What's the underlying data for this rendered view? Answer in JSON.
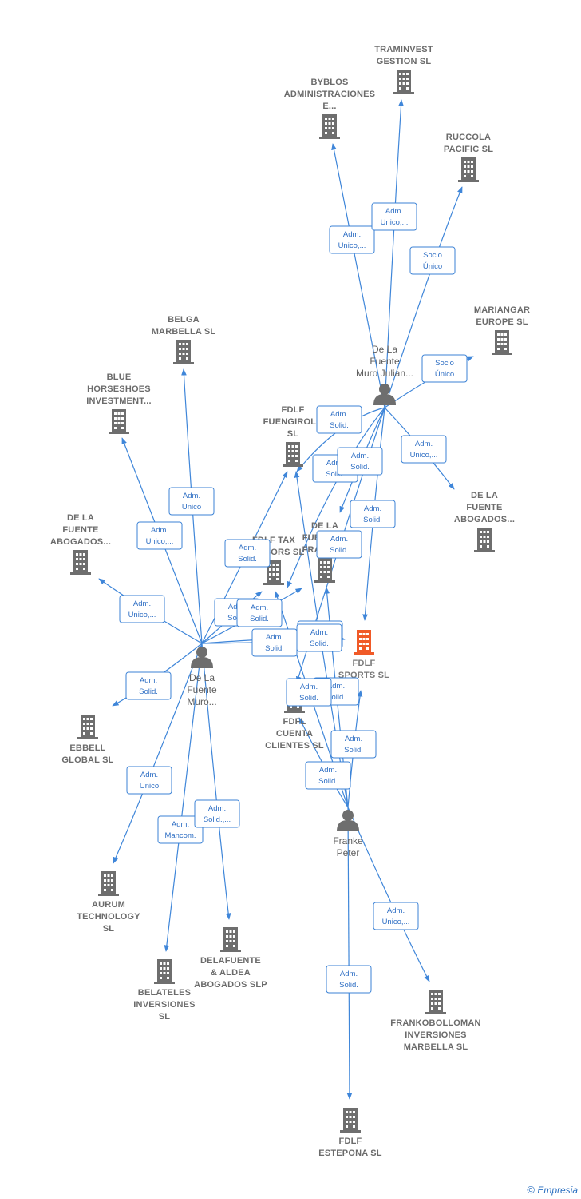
{
  "colors": {
    "edge": "#3f86d9",
    "company_icon": "#6e6e6e",
    "focus_icon": "#f05a28",
    "person_icon": "#6e6e6e",
    "label_text": "#6b6b6b",
    "edge_label_text": "#2f6fc4"
  },
  "nodes": [
    {
      "id": "traminvest",
      "kind": "company",
      "lines": [
        "TRAMINVEST",
        "GESTION SL"
      ]
    },
    {
      "id": "byblos",
      "kind": "company",
      "lines": [
        "BYBLOS",
        "ADMINISTRACIONES",
        "E..."
      ]
    },
    {
      "id": "ruccola",
      "kind": "company",
      "lines": [
        "RUCCOLA",
        "PACIFIC SL"
      ]
    },
    {
      "id": "mariangar",
      "kind": "company",
      "lines": [
        "MARIANGAR",
        "EUROPE SL"
      ]
    },
    {
      "id": "delafuente_julian",
      "kind": "person",
      "lines": [
        "De La",
        "Fuente",
        "Muro Julian..."
      ]
    },
    {
      "id": "belga",
      "kind": "company",
      "lines": [
        "BELGA",
        "MARBELLA SL"
      ]
    },
    {
      "id": "blue",
      "kind": "company",
      "lines": [
        "BLUE",
        "HORSESHOES",
        "INVESTMENT..."
      ]
    },
    {
      "id": "fdlf_fuengirola",
      "kind": "company",
      "lines": [
        "FDLF",
        "FUENGIROLA",
        "SL"
      ]
    },
    {
      "id": "dlf_abogados_left",
      "kind": "company",
      "lines": [
        "DE LA",
        "FUENTE",
        "ABOGADOS..."
      ]
    },
    {
      "id": "dlf_abogados_right",
      "kind": "company",
      "lines": [
        "DE LA",
        "FUENTE",
        "ABOGADOS..."
      ]
    },
    {
      "id": "fdlf_tax",
      "kind": "company",
      "lines": [
        "FDLF TAX",
        "ADVISORS SL"
      ]
    },
    {
      "id": "dlf_frank",
      "kind": "company",
      "lines": [
        "DE LA",
        "FUENTE &",
        "FRANKE..."
      ]
    },
    {
      "id": "fdlf_sports",
      "kind": "focus",
      "lines": [
        "FDLF",
        "SPORTS SL"
      ]
    },
    {
      "id": "delafuente_muro",
      "kind": "person",
      "lines": [
        "De La",
        "Fuente",
        "Muro..."
      ]
    },
    {
      "id": "ebbell",
      "kind": "company",
      "lines": [
        "EBBELL",
        "GLOBAL SL"
      ]
    },
    {
      "id": "fdfl_cuenta",
      "kind": "company",
      "lines": [
        "FDFL",
        "CUENTA",
        "CLIENTES SL"
      ]
    },
    {
      "id": "franke",
      "kind": "person",
      "lines": [
        "Franke",
        "Peter"
      ]
    },
    {
      "id": "aurum",
      "kind": "company",
      "lines": [
        "AURUM",
        "TECHNOLOGY",
        "SL"
      ]
    },
    {
      "id": "delafuente_aldea",
      "kind": "company",
      "lines": [
        "DELAFUENTE",
        "& ALDEA",
        "ABOGADOS SLP"
      ]
    },
    {
      "id": "belateles",
      "kind": "company",
      "lines": [
        "BELATELES",
        "INVERSIONES",
        "SL"
      ]
    },
    {
      "id": "frankobolloman",
      "kind": "company",
      "lines": [
        "FRANKOBOLLOMAN",
        "INVERSIONES",
        "MARBELLA SL"
      ]
    },
    {
      "id": "fdlf_estepona",
      "kind": "company",
      "lines": [
        "FDLF",
        "ESTEPONA SL"
      ]
    }
  ],
  "edges": [
    {
      "from": "delafuente_julian",
      "to": "byblos",
      "label": [
        "Adm.",
        "Unico,..."
      ]
    },
    {
      "from": "delafuente_julian",
      "to": "traminvest",
      "label": [
        "Adm.",
        "Unico,..."
      ]
    },
    {
      "from": "delafuente_julian",
      "to": "ruccola",
      "label": [
        "Socio",
        "Único"
      ]
    },
    {
      "from": "delafuente_julian",
      "to": "mariangar",
      "label": [
        "Socio",
        "Único"
      ]
    },
    {
      "from": "delafuente_julian",
      "to": "dlf_abogados_right",
      "label": [
        "Adm.",
        "Unico,..."
      ]
    },
    {
      "from": "delafuente_julian",
      "to": "fdlf_fuengirola",
      "label": [
        "Adm.",
        "Solid."
      ]
    },
    {
      "from": "delafuente_julian",
      "to": "fdlf_tax",
      "label": [
        "Adm.",
        "Solid."
      ]
    },
    {
      "from": "delafuente_julian",
      "to": "dlf_frank",
      "label": [
        "Adm.",
        "Solid."
      ]
    },
    {
      "from": "delafuente_julian",
      "to": "fdlf_sports",
      "label": [
        "Adm.",
        "Solid."
      ]
    },
    {
      "from": "delafuente_julian",
      "to": "fdfl_cuenta",
      "label": [
        "Adm.",
        "Solid."
      ]
    },
    {
      "from": "delafuente_muro",
      "to": "belga",
      "label": [
        "Adm.",
        "Unico"
      ]
    },
    {
      "from": "delafuente_muro",
      "to": "blue",
      "label": [
        "Adm.",
        "Unico,..."
      ]
    },
    {
      "from": "delafuente_muro",
      "to": "dlf_abogados_left",
      "label": [
        "Adm.",
        "Unico,..."
      ]
    },
    {
      "from": "delafuente_muro",
      "to": "fdlf_fuengirola",
      "label": [
        "Adm.",
        "Solid."
      ]
    },
    {
      "from": "delafuente_muro",
      "to": "fdlf_tax",
      "label": [
        "Adm.",
        "Solid."
      ]
    },
    {
      "from": "delafuente_muro",
      "to": "dlf_frank",
      "label": [
        "Adm.",
        "Solid."
      ]
    },
    {
      "from": "delafuente_muro",
      "to": "fdlf_sports",
      "label": [
        "Adm.",
        "Solid."
      ]
    },
    {
      "from": "delafuente_muro",
      "to": "fdfl_cuenta",
      "label": [
        "Adm.",
        "Solid."
      ]
    },
    {
      "from": "delafuente_muro",
      "to": "ebbell",
      "label": [
        "Adm.",
        "Solid."
      ]
    },
    {
      "from": "delafuente_muro",
      "to": "aurum",
      "label": [
        "Adm.",
        "Unico"
      ]
    },
    {
      "from": "delafuente_muro",
      "to": "belateles",
      "label": [
        "Adm.",
        "Mancom."
      ]
    },
    {
      "from": "delafuente_muro",
      "to": "delafuente_aldea",
      "label": [
        "Adm.",
        "Solid.,..."
      ]
    },
    {
      "from": "franke",
      "to": "fdlf_fuengirola",
      "label": [
        "Adm.",
        "Solid."
      ]
    },
    {
      "from": "franke",
      "to": "dlf_frank",
      "label": [
        "Adm.",
        "Solid."
      ]
    },
    {
      "from": "franke",
      "to": "fdlf_sports",
      "label": [
        "Adm.",
        "Solid."
      ]
    },
    {
      "from": "franke",
      "to": "fdfl_cuenta",
      "label": [
        "Adm.",
        "Solid."
      ]
    },
    {
      "from": "franke",
      "to": "fdlf_tax",
      "label": [
        "Adm.",
        "Solid."
      ]
    },
    {
      "from": "franke",
      "to": "frankobolloman",
      "label": [
        "Adm.",
        "Unico,..."
      ]
    },
    {
      "from": "franke",
      "to": "fdlf_estepona",
      "label": [
        "Adm.",
        "Solid."
      ]
    }
  ],
  "footer": {
    "copyright": "©",
    "brand": "Empresia"
  }
}
